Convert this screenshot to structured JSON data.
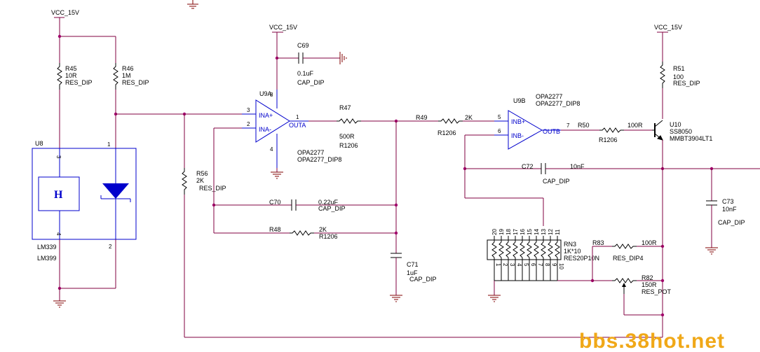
{
  "power": {
    "vcc_left": "VCC_15V",
    "vcc_mid": "VCC_15V",
    "vcc_right": "VCC_15V"
  },
  "components": {
    "R45": {
      "ref": "R45",
      "value": "10R",
      "footprint": "RES_DIP"
    },
    "R46": {
      "ref": "R46",
      "value": "1M",
      "footprint": "RES_DIP"
    },
    "R56": {
      "ref": "R56",
      "value": "2K",
      "footprint": "RES_DIP"
    },
    "U8": {
      "ref": "U8",
      "value": "LM339",
      "footprint": "LM399",
      "glyph": "H",
      "pins": {
        "p1": "1",
        "p2": "2",
        "p3": "3",
        "p4": "4"
      }
    },
    "U9A": {
      "ref": "U9A",
      "value": "OPA2277",
      "footprint": "OPA2277_DIP8",
      "pins": {
        "inp": "INA+",
        "inn": "INA-",
        "out": "OUTA",
        "n3": "3",
        "n2": "2",
        "n1": "1",
        "n4": "4",
        "n8": "8"
      }
    },
    "C69": {
      "ref": "C69",
      "value": "0.1uF",
      "footprint": "CAP_DIP"
    },
    "R47": {
      "ref": "R47",
      "value": "500R",
      "footprint": "R1206"
    },
    "C70": {
      "ref": "C70",
      "value": "0.22uF",
      "footprint": "CAP_DIP"
    },
    "R48": {
      "ref": "R48",
      "value": "2K",
      "footprint": "R1206"
    },
    "C71": {
      "ref": "C71",
      "value": "1uF",
      "footprint": "CAP_DIP"
    },
    "R49": {
      "ref": "R49",
      "value": "2K",
      "footprint": "R1206"
    },
    "U9B": {
      "ref": "U9B",
      "value": "OPA2277",
      "footprint": "OPA2277_DIP8",
      "pins": {
        "inp": "INB+",
        "inn": "INB-",
        "out": "OUTB",
        "n5": "5",
        "n6": "6",
        "n7": "7"
      }
    },
    "C72": {
      "ref": "C72",
      "value": "10nF",
      "footprint": "CAP_DIP"
    },
    "R50": {
      "ref": "R50",
      "value": "100R",
      "footprint": "R1206"
    },
    "R51": {
      "ref": "R51",
      "value": "100",
      "footprint": "RES_DIP"
    },
    "U10": {
      "ref": "U10",
      "value": "SS8050",
      "footprint": "MMBT3904LT1"
    },
    "C73": {
      "ref": "C73",
      "value": "10nF",
      "footprint": "CAP_DIP"
    },
    "RN3": {
      "ref": "RN3",
      "value": "1K*10",
      "footprint": "RES20P10N",
      "top_pins": [
        "20",
        "19",
        "18",
        "17",
        "16",
        "15",
        "14",
        "13",
        "12",
        "11"
      ],
      "bottom_pins": [
        "1",
        "2",
        "3",
        "4",
        "5",
        "6",
        "7",
        "8",
        "9",
        "10"
      ]
    },
    "R83": {
      "ref": "R83",
      "value": "100R",
      "footprint": "RES_DIP4"
    },
    "R82": {
      "ref": "R82",
      "value": "150R",
      "footprint": "RES_POT"
    }
  },
  "watermark": "bbs.38hot.net",
  "colors": {
    "wire": "#800040",
    "part": "#0000cc",
    "junction": "#a0006a",
    "ground": "#800000",
    "watermark": "#f0a818"
  }
}
